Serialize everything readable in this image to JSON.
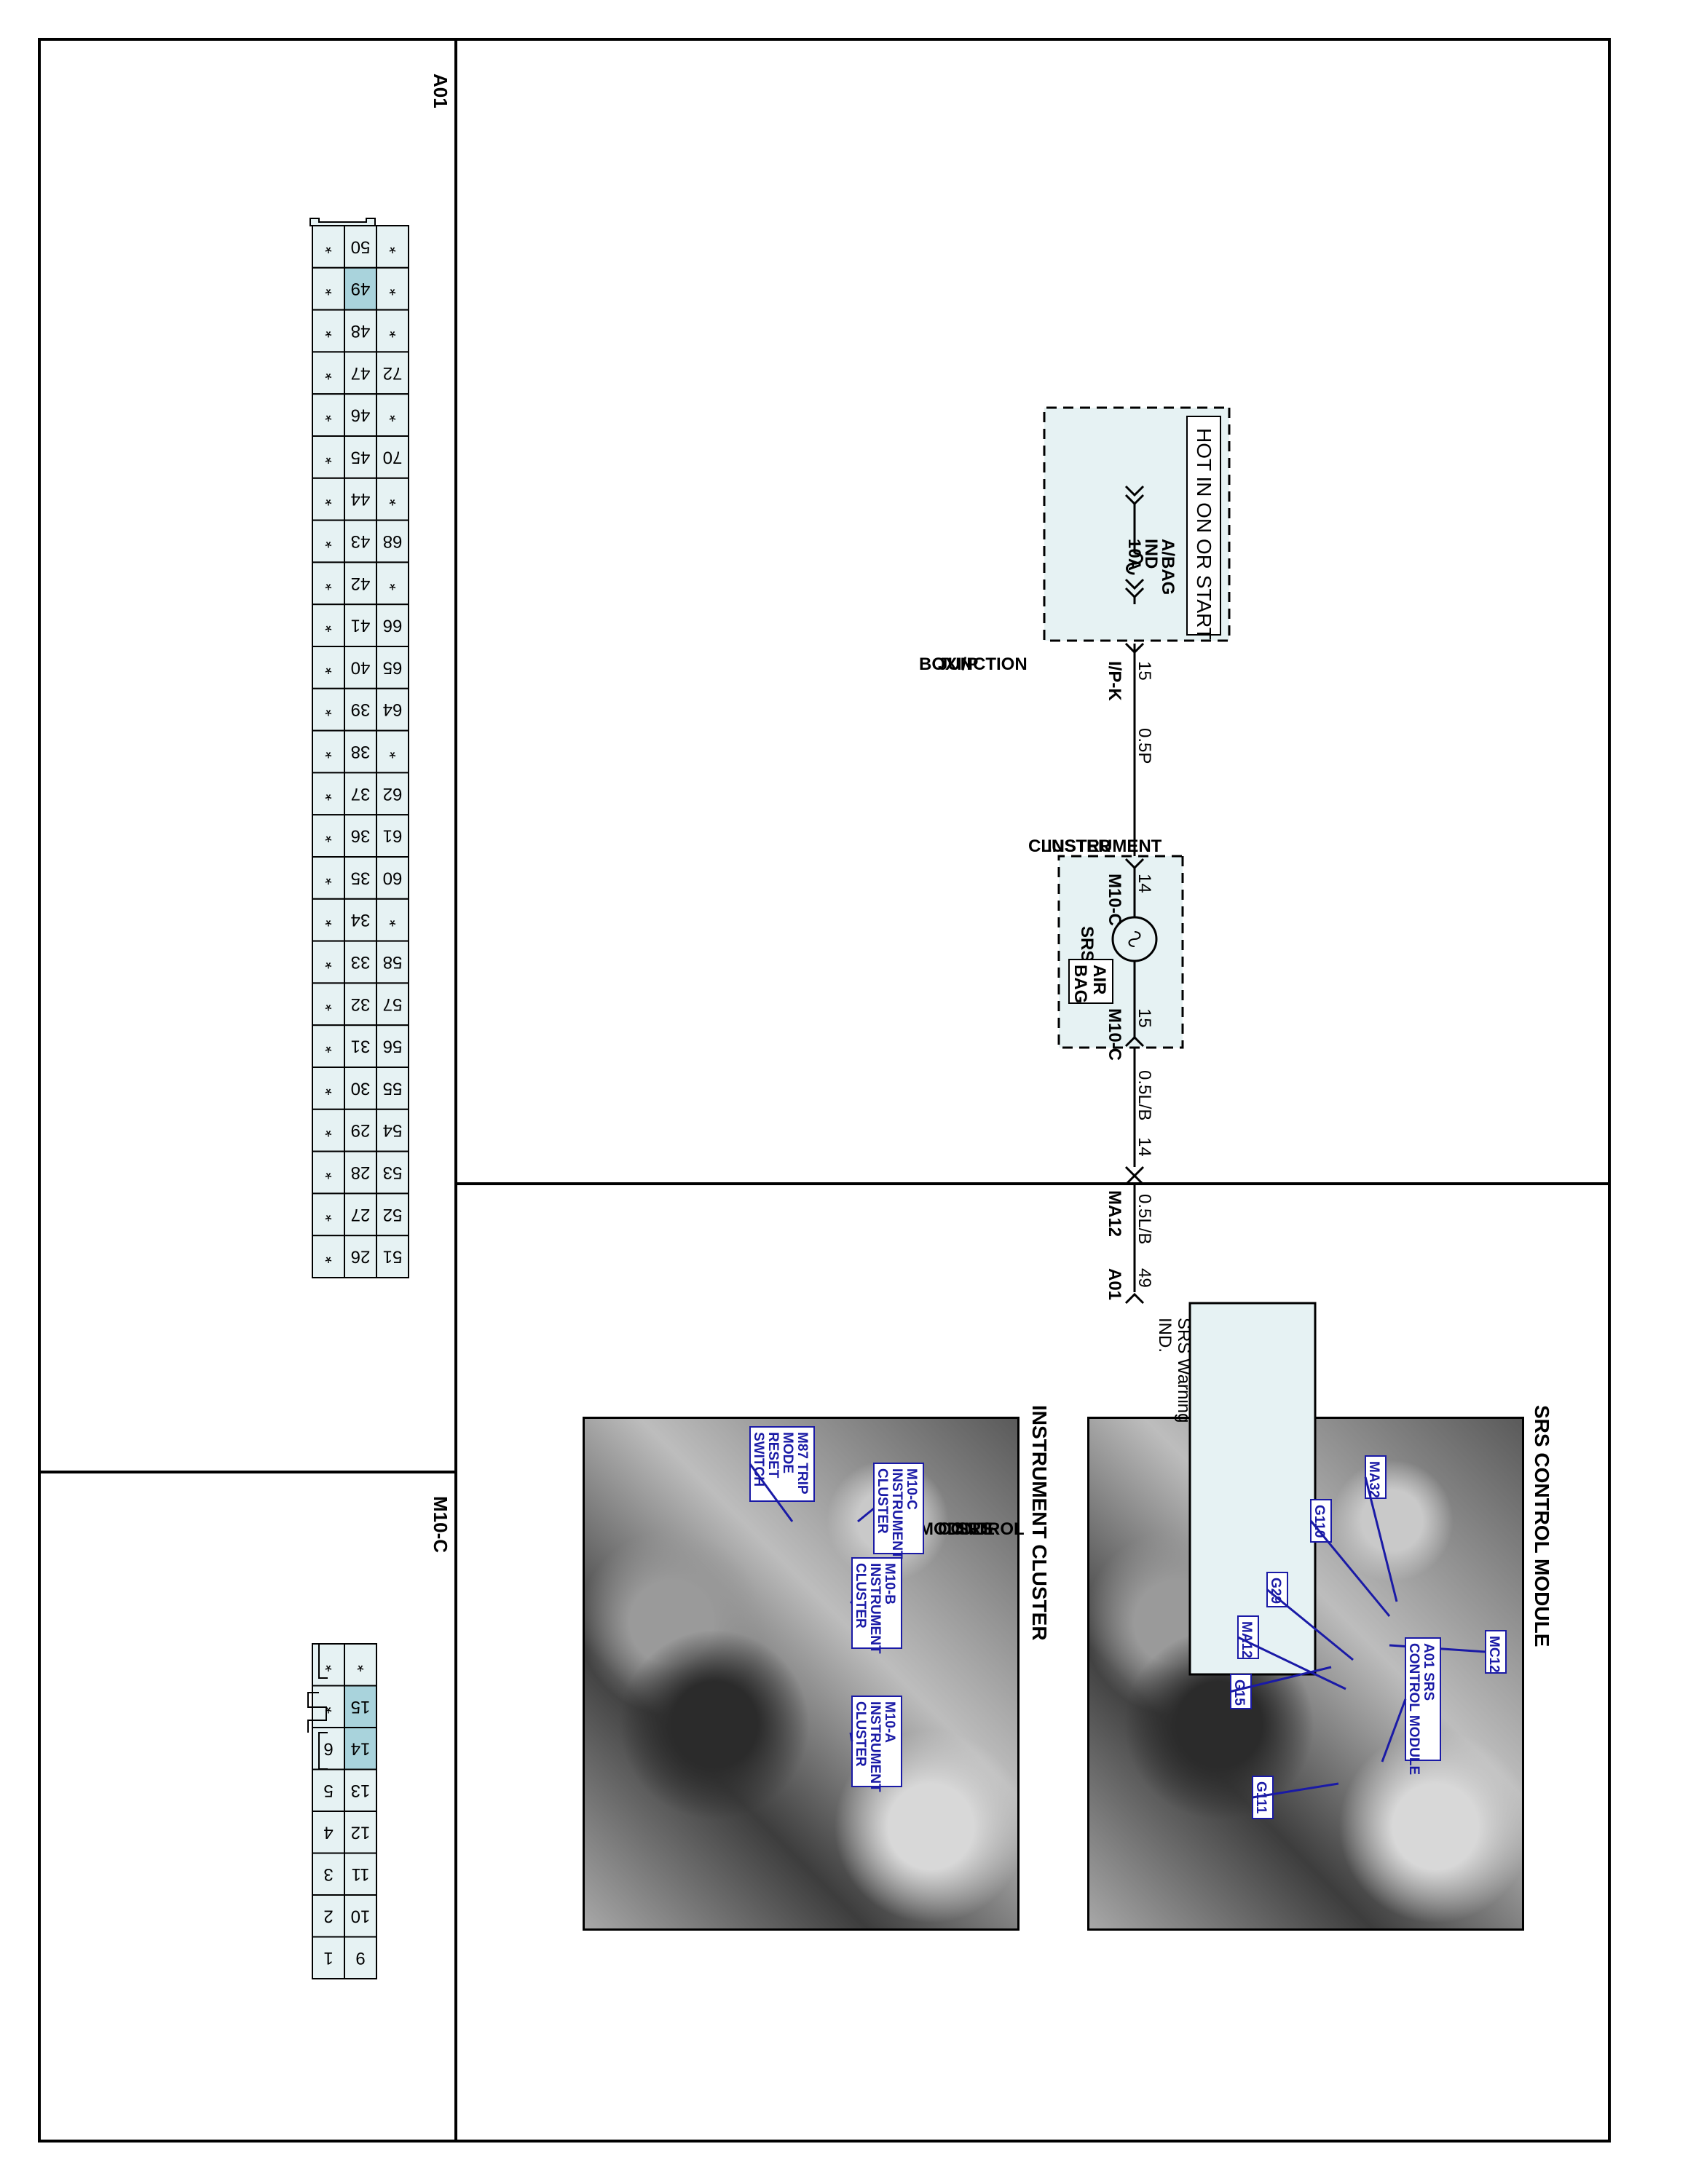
{
  "panels": {
    "a01": "A01",
    "m10c": "M10-C",
    "loc_srs": "SRS CONTROL MODULE",
    "loc_ic": "INSTRUMENT CLUSTER"
  },
  "a01_connector": {
    "row_top": [
      "*",
      "*",
      "*",
      "*",
      "*",
      "*",
      "*",
      "*",
      "*",
      "*",
      "*",
      "*",
      "*",
      "*",
      "*",
      "*",
      "*",
      "*",
      "*",
      "*",
      "*",
      "*",
      "*",
      "*",
      "*"
    ],
    "row_mid": [
      "50",
      "49",
      "48",
      "47",
      "46",
      "45",
      "44",
      "43",
      "42",
      "41",
      "40",
      "39",
      "38",
      "37",
      "36",
      "35",
      "34",
      "33",
      "32",
      "31",
      "30",
      "29",
      "28",
      "27",
      "26"
    ],
    "row_bot": [
      "*",
      "*",
      "*",
      "72",
      "*",
      "70",
      "*",
      "68",
      "*",
      "66",
      "65",
      "64",
      "*",
      "62",
      "61",
      "60",
      "*",
      "58",
      "57",
      "56",
      "55",
      "54",
      "53",
      "52",
      "51"
    ],
    "highlight": "49"
  },
  "m10c_connector": {
    "row_top": [
      "*",
      "*",
      "6",
      "5",
      "4",
      "3",
      "2",
      "1"
    ],
    "row_bot": [
      "*",
      "15",
      "14",
      "13",
      "12",
      "11",
      "10",
      "9"
    ],
    "highlight": [
      "15",
      "14"
    ]
  },
  "schematic": {
    "hot_label": "HOT IN ON OR START",
    "jbox": "I/P JUNCTION BOX",
    "fuse_lines": [
      "A/BAG",
      "IND",
      "10A"
    ],
    "ipk_pin": "15",
    "ipk_conn": "I/P-K",
    "wire1": "0.5P",
    "m10c_pin_in": "14",
    "m10c_conn_in": "M10-C",
    "srs_lamp": "SRS",
    "airbag_lines": [
      "AIR",
      "BAG"
    ],
    "cluster": "INSTRUMENT CLUSTER",
    "m10c_pin_out": "15",
    "m10c_conn_out": "M10-C",
    "wire2": "0.5L/B",
    "ma12_pin": "14",
    "ma12_conn": "MA12",
    "wire3": "0.5L/B",
    "a01_pin": "49",
    "a01_conn": "A01",
    "srs_warning_lines": [
      "SRS Warning",
      "IND."
    ],
    "module": "SRS CONTROL MODULE"
  },
  "photo_tags": {
    "mc12": "MC12",
    "ma32": "MA32",
    "g110": "G110",
    "g29": "G29",
    "ma12": "MA12",
    "g15": "G15",
    "g111": "G111",
    "a01_srs": [
      "A01 SRS",
      "CONTROL MODULE"
    ],
    "m10c": [
      "M10-C",
      "INSTRUMENT",
      "CLUSTER"
    ],
    "m87": [
      "M87 TRIP",
      "MODE",
      "RESET",
      "SWITCH"
    ],
    "m10b": [
      "M10-B",
      "INSTRUMENT",
      "CLUSTER"
    ],
    "m10a": [
      "M10-A",
      "INSTRUMENT",
      "CLUSTER"
    ]
  }
}
